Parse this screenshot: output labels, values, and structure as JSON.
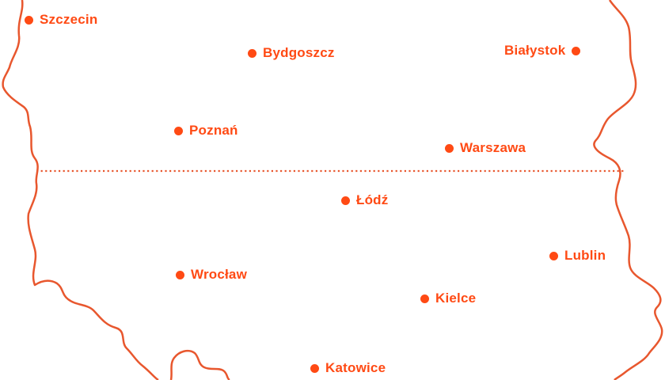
{
  "map": {
    "accent_color": "#ff4a14",
    "outline_color": "#e8572e",
    "divider_color": "#e8572e",
    "cities": [
      {
        "name": "Szczecin"
      },
      {
        "name": "Bydgoszcz"
      },
      {
        "name": "Białystok"
      },
      {
        "name": "Poznań"
      },
      {
        "name": "Warszawa"
      },
      {
        "name": "Łódź"
      },
      {
        "name": "Lublin"
      },
      {
        "name": "Wrocław"
      },
      {
        "name": "Kielce"
      },
      {
        "name": "Katowice"
      }
    ]
  }
}
